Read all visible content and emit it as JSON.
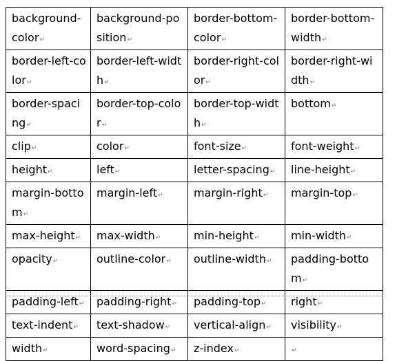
{
  "paragraph_mark": "↵",
  "rows": [
    [
      "background-color",
      "background-position",
      "border-bottom-color",
      "border-bottom-width"
    ],
    [
      "border-left-color",
      "border-left-width",
      "border-right-color",
      "border-right-width"
    ],
    [
      "border-spacing",
      "border-top-color",
      "border-top-width",
      "bottom"
    ],
    [
      "clip",
      "color",
      "font-size",
      "font-weight"
    ],
    [
      "height",
      "left",
      "letter-spacing",
      "line-height"
    ],
    [
      "margin-bottom",
      "margin-left",
      "margin-right",
      "margin-top"
    ],
    [
      "max-height",
      "max-width",
      "min-height",
      "min-width"
    ],
    [
      "opacity",
      "outline-color",
      "outline-width",
      "padding-bottom"
    ],
    [
      "padding-left",
      "padding-right",
      "padding-top",
      "right"
    ],
    [
      "text-indent",
      "text-shadow",
      "vertical-align",
      "visibility"
    ],
    [
      "width",
      "word-spacing",
      "z-index",
      ""
    ]
  ]
}
